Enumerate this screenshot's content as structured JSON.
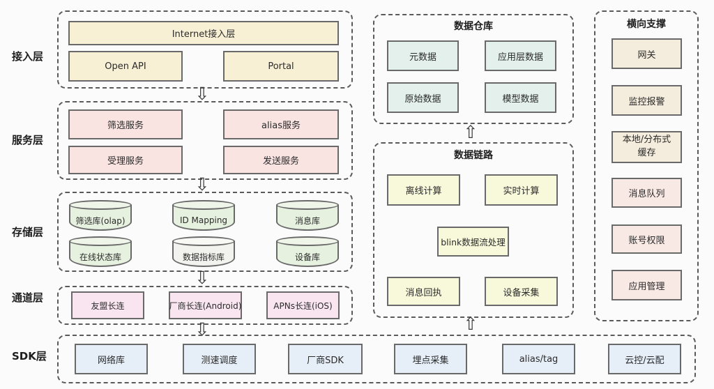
{
  "layers": {
    "access": {
      "label": "接入层",
      "internet": "Internet接入层",
      "open_api": "Open API",
      "portal": "Portal"
    },
    "service": {
      "label": "服务层",
      "filter": "筛选服务",
      "alias": "alias服务",
      "accept": "受理服务",
      "send": "发送服务"
    },
    "storage": {
      "label": "存储层",
      "olap": "筛选库(olap)",
      "id_mapping": "ID Mapping",
      "message": "消息库",
      "online_status": "在线状态库",
      "metrics": "数据指标库",
      "device": "设备库"
    },
    "channel": {
      "label": "通道层",
      "youmeng": "友盟长连",
      "vendor": "厂商长连(Android)",
      "apns": "APNs长连(iOS)"
    },
    "sdk": {
      "label": "SDK层",
      "network": "网络库",
      "speed": "测速调度",
      "vendor_sdk": "厂商SDK",
      "tracking": "埋点采集",
      "alias_tag": "alias/tag",
      "cloud": "云控/云配"
    }
  },
  "data_warehouse": {
    "title": "数据仓库",
    "meta": "元数据",
    "app_layer": "应用层数据",
    "raw": "原始数据",
    "model": "模型数据"
  },
  "data_link": {
    "title": "数据链路",
    "offline": "离线计算",
    "realtime": "实时计算",
    "blink": "blink数据流处理",
    "receipt": "消息回执",
    "device_collect": "设备采集"
  },
  "support": {
    "title": "横向支撑",
    "gateway": "网关",
    "monitor": "监控报警",
    "cache": "本地/分布式\n缓存",
    "mq": "消息队列",
    "account": "账号权限",
    "app_mgmt": "应用管理"
  },
  "icons": {
    "arrow_down": "⇩",
    "arrow_up": "⇧"
  },
  "palette": {
    "background": "#fbfbfb",
    "dashed_border": "#5a5a5a",
    "box_border": "#696969",
    "access_fill": "#f8f0d4",
    "service_fill": "#f9e4e2",
    "storage_fill": "#e6f1df",
    "storage_metrics_fill": "#f2f2ee",
    "channel_fill": "#f8e5f0",
    "sdk_fill": "#e6eef8",
    "warehouse_fill": "#e3f0eb",
    "link_fill": "#f8f8da",
    "support_beige_fill": "#f4ecdc",
    "support_pink_fill": "#f8e9e4"
  }
}
